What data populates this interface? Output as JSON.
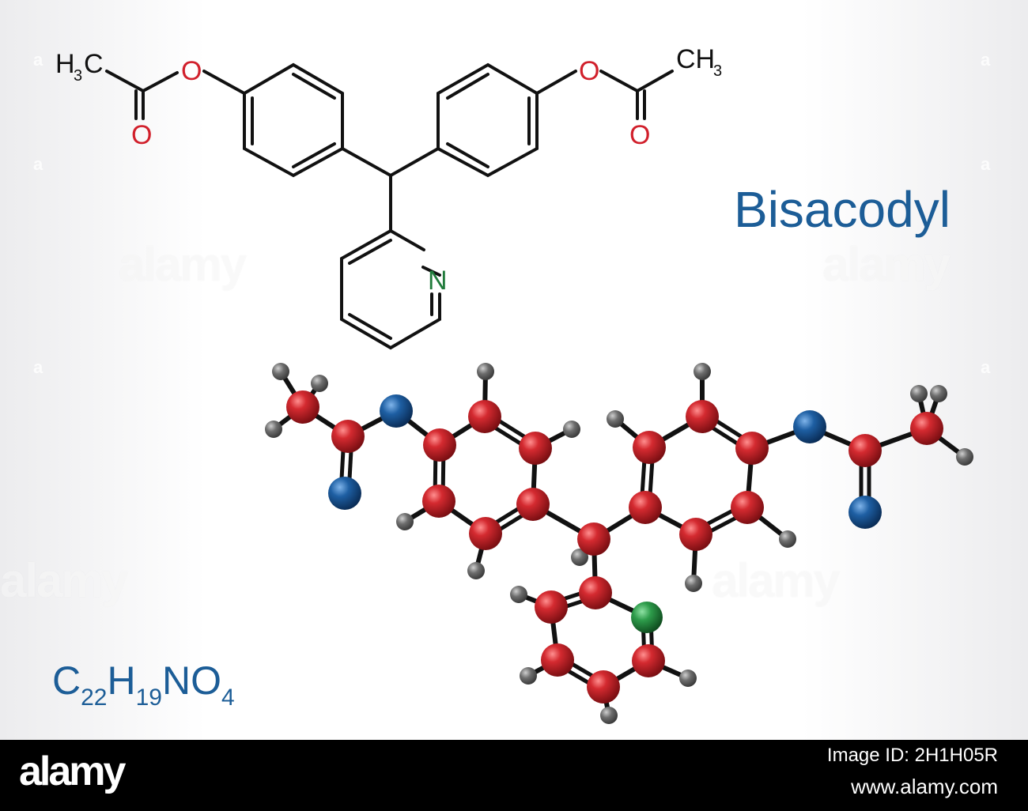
{
  "title": "Bisacodyl",
  "formula": {
    "parts": [
      {
        "t": "C",
        "s": "22"
      },
      {
        "t": "H",
        "s": "19"
      },
      {
        "t": "NO",
        "s": "4"
      }
    ]
  },
  "skeletal_labels": {
    "methyl_left_h": "H",
    "methyl_left_sub": "3",
    "methyl_left_c": "C",
    "ester_o_left": "O",
    "carbonyl_o_left": "O",
    "ester_o_right": "O",
    "carbonyl_o_right": "O",
    "methyl_right_c": "CH",
    "methyl_right_sub": "3",
    "pyridine_n": "N"
  },
  "colors": {
    "title": "#1c5d97",
    "oxygen_label": "#d11f2b",
    "nitrogen_label": "#1f7a3a",
    "bond": "#111111",
    "carbon_atom": "#c4252b",
    "oxygen_atom": "#1e5fa3",
    "nitrogen_atom": "#2d9b4a",
    "hydrogen_atom": "#707070"
  },
  "watermarks": {
    "brand": "alamy",
    "mark": "a"
  },
  "footer": {
    "logo": "alamy",
    "image_id": "Image ID: 2H1H05R",
    "url": "www.alamy.com"
  }
}
